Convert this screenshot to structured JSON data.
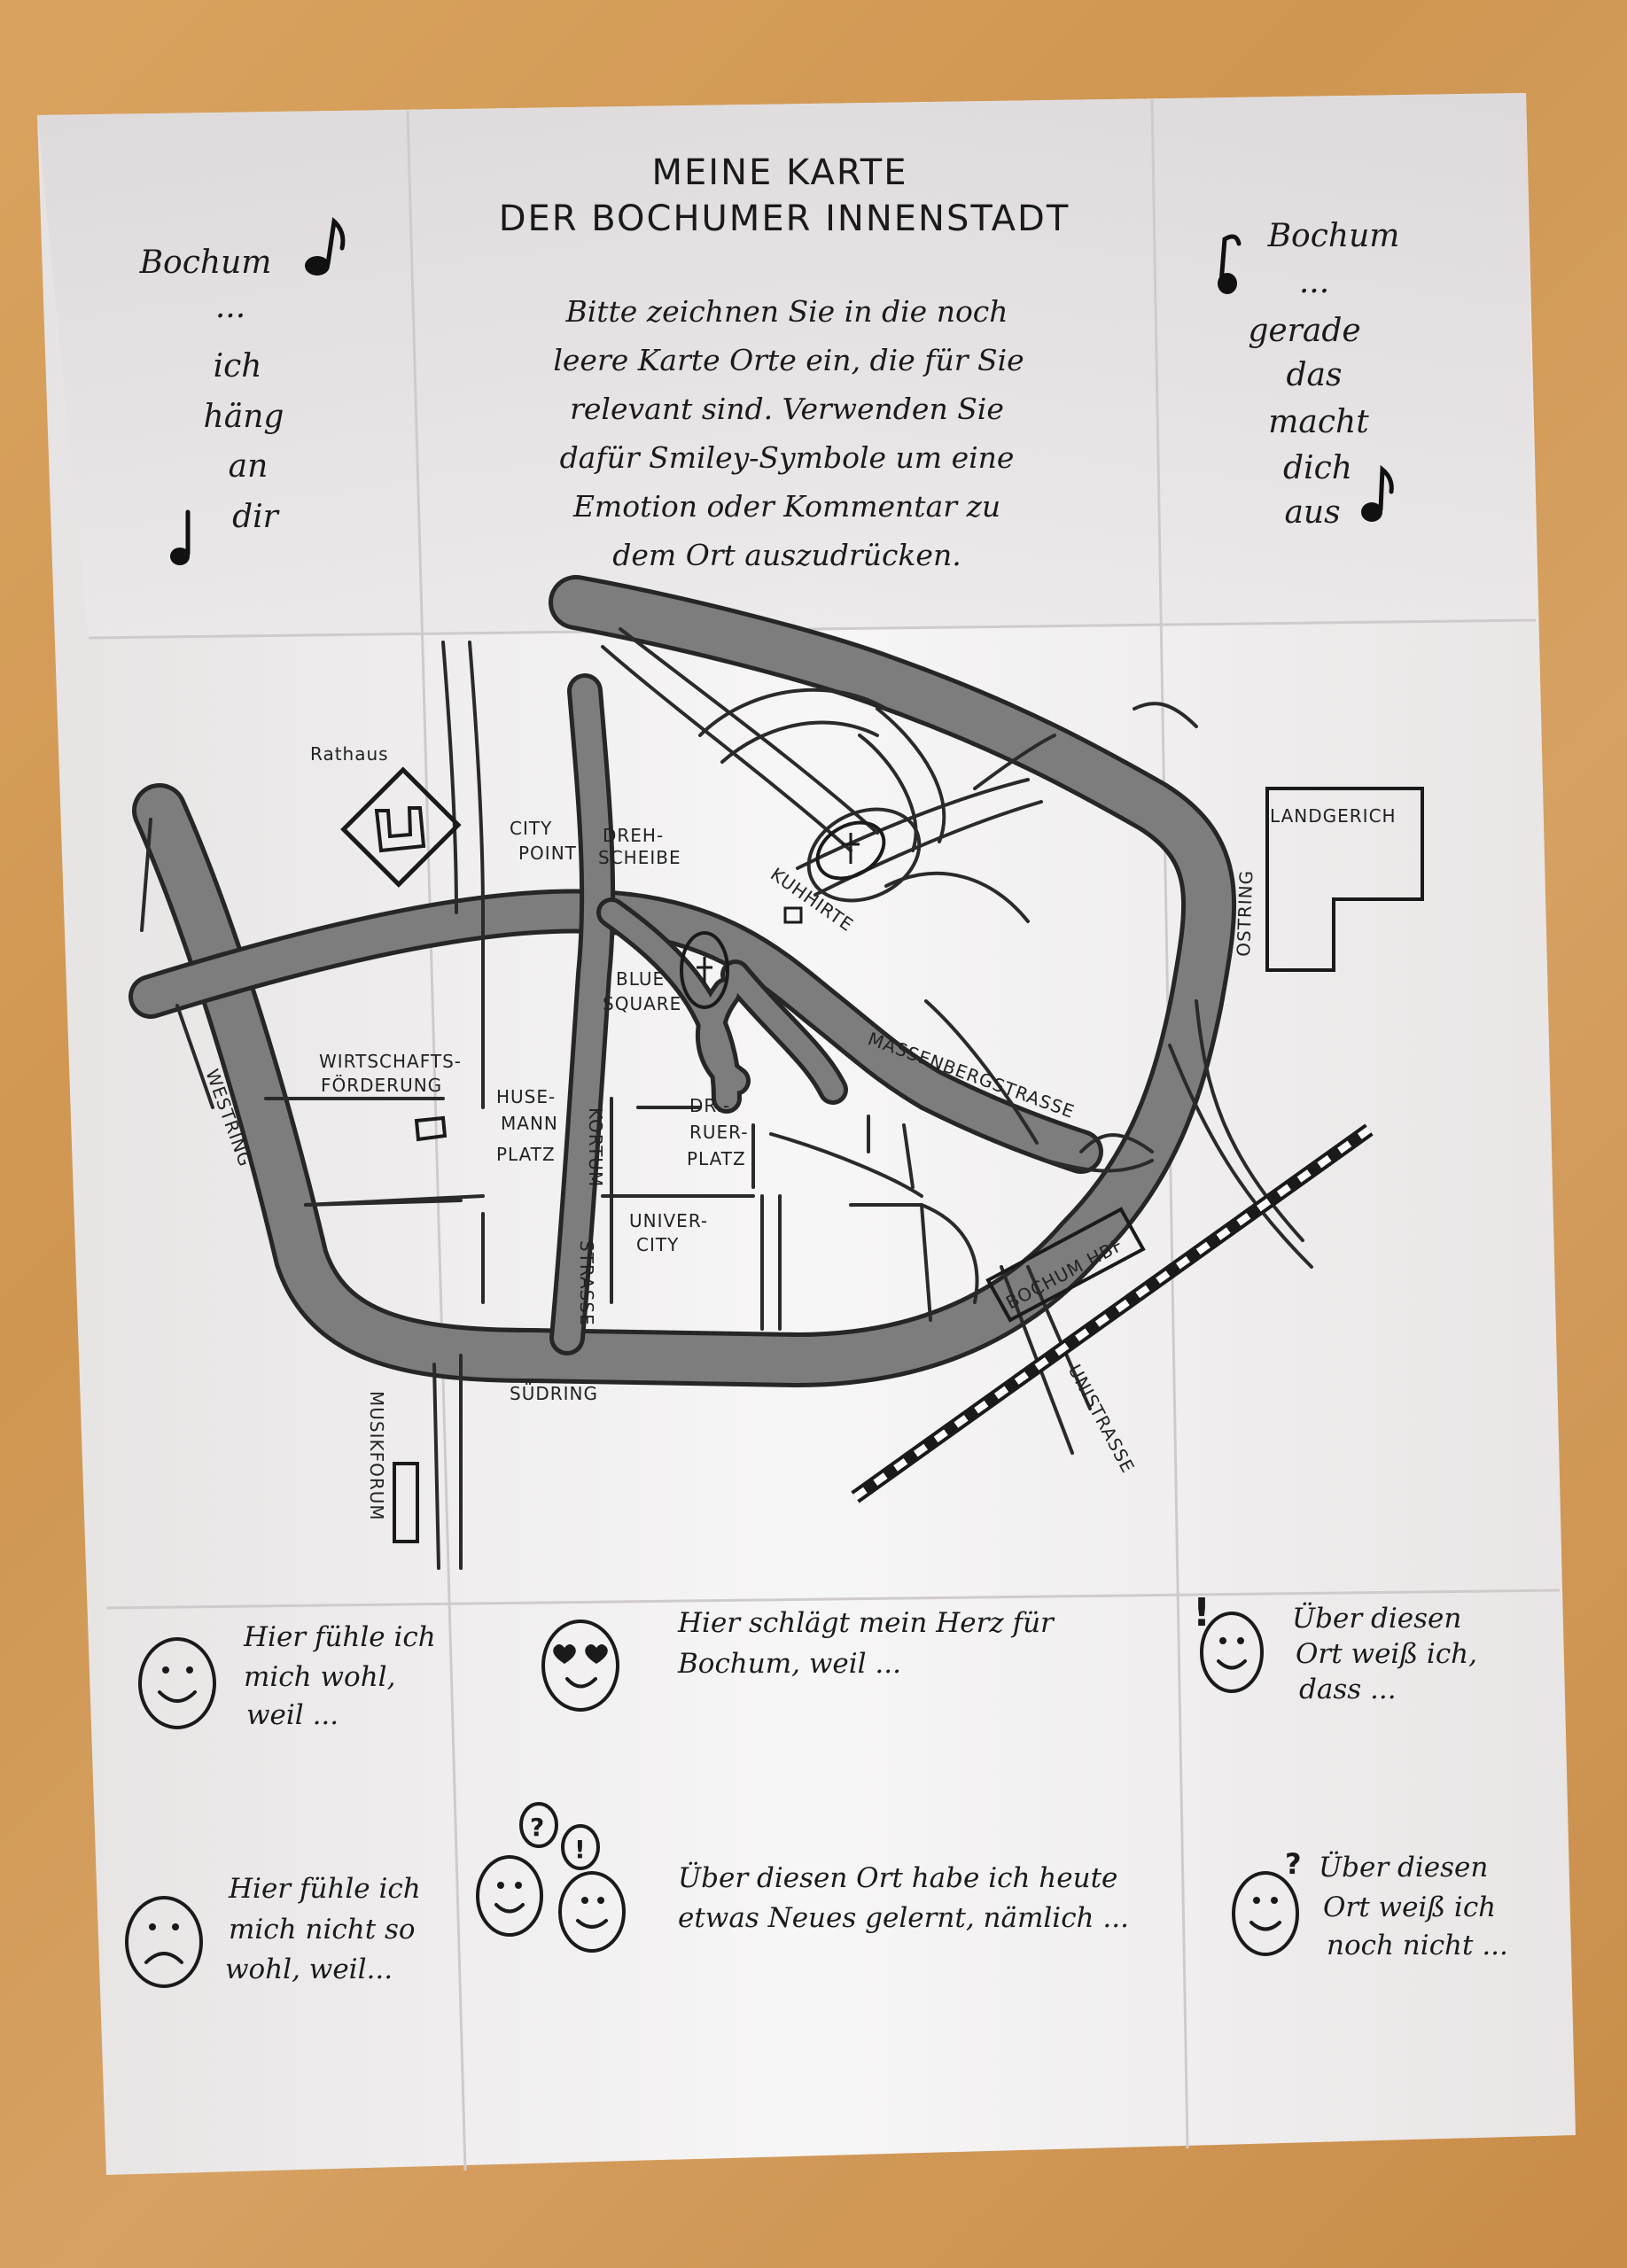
{
  "header": {
    "title_line1": "MEINE KARTE",
    "title_line2": "DER BOCHUMER INNENSTADT",
    "instructions": [
      "Bitte zeichnen Sie in die noch",
      "leere Karte Orte ein, die für Sie",
      "relevant sind. Verwenden Sie",
      "dafür Smiley-Symbole um eine",
      "Emotion oder Kommentar zu",
      "dem Ort auszudrücken."
    ]
  },
  "left_lyric": [
    "Bochum",
    "...",
    "ich",
    "häng",
    "an",
    "dir"
  ],
  "right_lyric": [
    "Bochum",
    "...",
    "gerade",
    "das",
    "macht",
    "dich",
    "aus"
  ],
  "map_labels": {
    "rathaus": "Rathaus",
    "city_point_1": "CITY",
    "city_point_2": "POINT",
    "drehscheibe_1": "DREH-",
    "drehscheibe_2": "SCHEIBE",
    "kuhhirte": "KUHHIRTE",
    "landgericht": "LANDGERICH",
    "ostring": "OSTRING",
    "blue_square_1": "BLUE",
    "blue_square_2": "SQUARE",
    "wirtschaft_1": "WIRTSCHAFTS-",
    "wirtschaft_2": "FÖRDERUNG",
    "westring": "WESTRING",
    "husemann_1": "HUSE-",
    "husemann_2": "MANN",
    "husemann_3": "PLATZ",
    "kortum": "KORTUM",
    "strasse": "STRASSE",
    "ruer_1": "DR.-",
    "ruer_2": "RUER-",
    "ruer_3": "PLATZ",
    "massenberg": "MASSENBERGSTRASSE",
    "univercity_1": "UNIVER-",
    "univercity_2": "CITY",
    "hbf": "BOCHUM HBF",
    "suedring": "SÜDRING",
    "unistrasse": "UNISTRASSE",
    "musikforum": "MUSIKFORUM"
  },
  "prompts": {
    "wohl": [
      "Hier fühle ich",
      "mich wohl,",
      "weil ..."
    ],
    "herz": [
      "Hier schlägt mein Herz für",
      "Bochum, weil ..."
    ],
    "weiss": [
      "Über diesen",
      "Ort weiß ich,",
      "dass  ..."
    ],
    "nicht_wohl": [
      "Hier fühle ich",
      "mich nicht so",
      "wohl, weil..."
    ],
    "neues": [
      "Über diesen Ort habe ich heute",
      "etwas Neues gelernt, nämlich ..."
    ],
    "nicht_weiss": [
      "Über diesen",
      "Ort weiß ich",
      "noch nicht ..."
    ]
  },
  "smiley_marks": {
    "exclaim": "!",
    "question": "?"
  },
  "colors": {
    "table_wood": "#d29a58",
    "paper": "#f5f4f3",
    "road_fill": "#7d7d7d",
    "ink": "#1a1a1a"
  }
}
